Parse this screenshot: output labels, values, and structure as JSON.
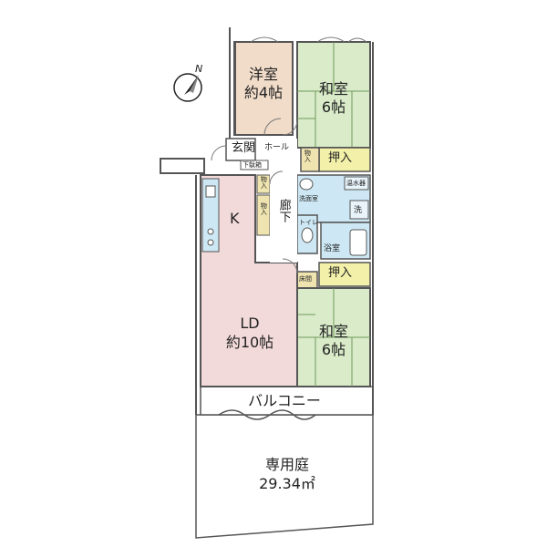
{
  "compass": {
    "north_label": "N"
  },
  "rooms": {
    "western_room": {
      "name": "洋室",
      "size": "約4帖"
    },
    "tatami_room_1": {
      "name": "和室",
      "size": "6帖"
    },
    "tatami_room_2": {
      "name": "和室",
      "size": "6帖"
    },
    "ldk": {
      "k_label": "K",
      "ld_label": "LD",
      "ld_size": "約10帖"
    },
    "entrance": "玄関",
    "hall": "ホール",
    "corridor": "廊下",
    "shoe_box": "下駄箱",
    "storage_1": "物入",
    "storage_2": "物入",
    "storage_3": "物入",
    "oshiire_1": "押入",
    "oshiire_2": "押入",
    "washroom": "洗面室",
    "water_heater": "温水器",
    "washer": "洗",
    "toilet": "トイレ",
    "bathroom": "浴室",
    "tokonoma": "床間",
    "balcony": "バルコニー",
    "garden": {
      "name": "専用庭",
      "area": "29.34㎡"
    }
  },
  "colors": {
    "wall": "#555555",
    "western_floor": "#f1dcc9",
    "tatami": "#d9ebc9",
    "tatami_line": "#6f9a5a",
    "ldk_floor": "#f3dada",
    "oshiire": "#f3f1a9",
    "storage": "#efe4b0",
    "wet_area": "#cde8f4",
    "balcony": "#ffffff"
  }
}
